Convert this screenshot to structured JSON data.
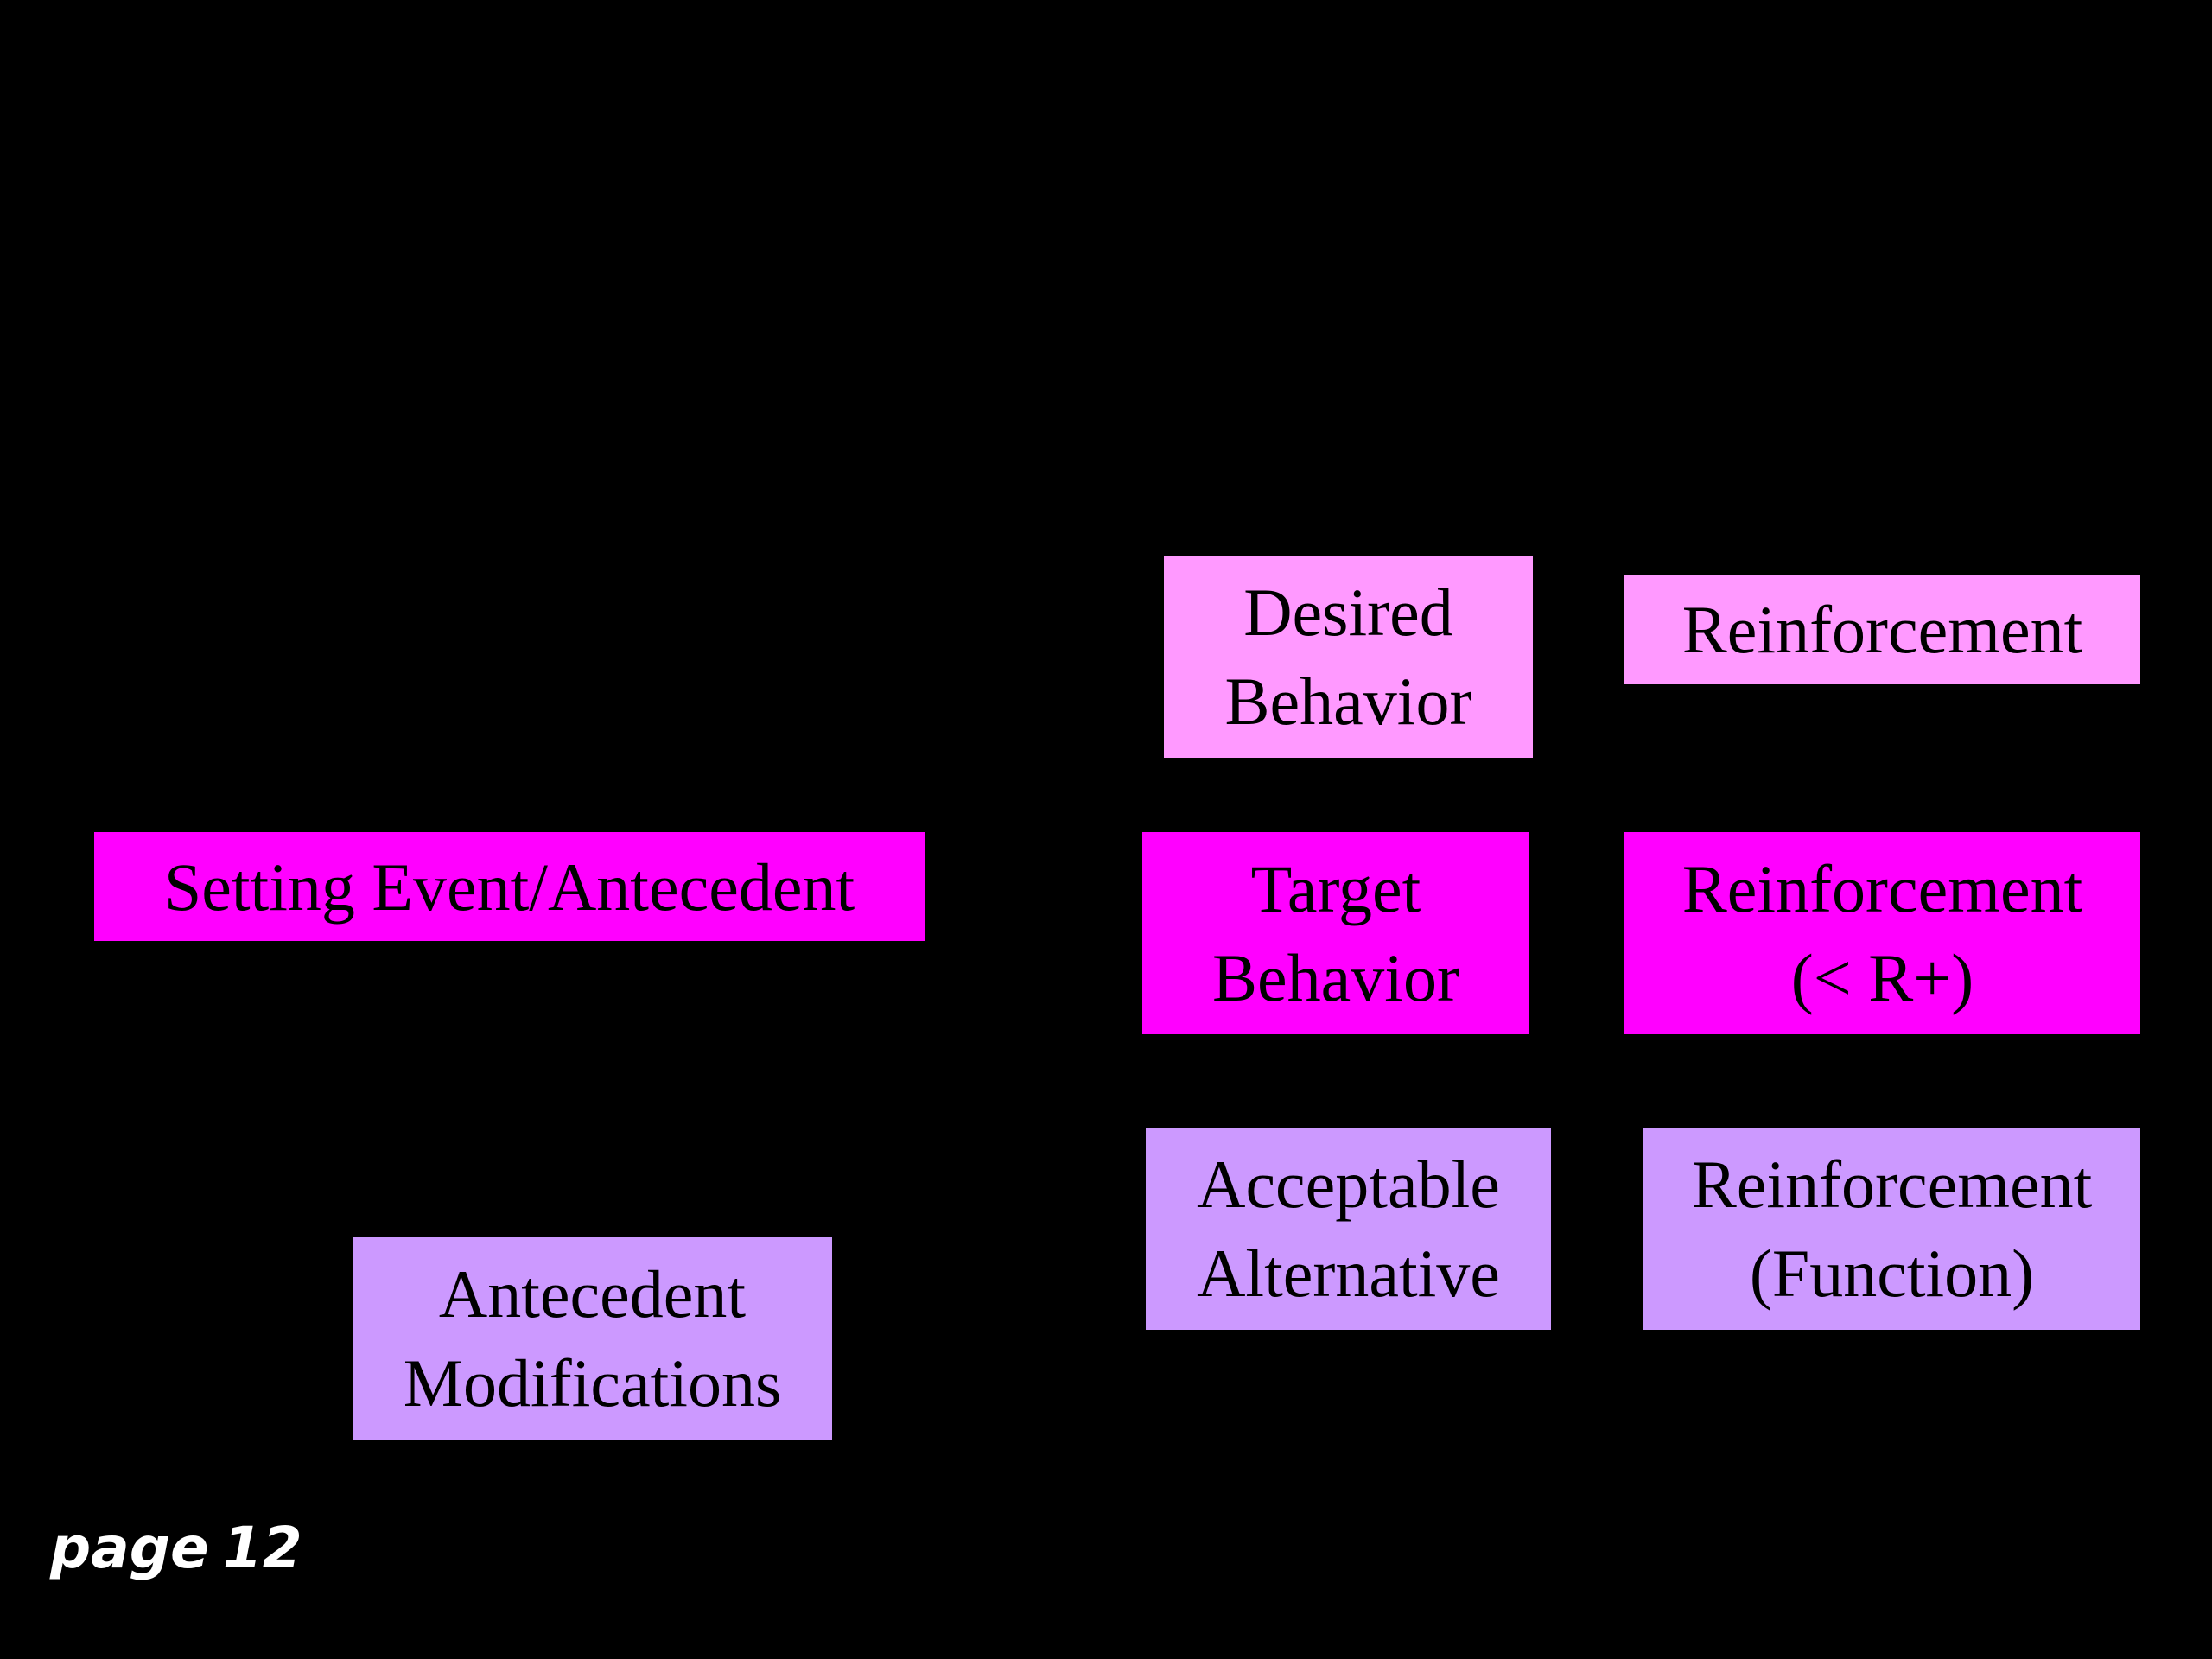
{
  "colors": {
    "background": "#000000",
    "light_pink": "#ff99ff",
    "magenta": "#ff00ff",
    "lavender": "#cc99ff",
    "box_text": "#000000",
    "page_label": "#ffffff"
  },
  "boxes": {
    "setting_event": {
      "lines": [
        "Setting Event/Antecedent"
      ]
    },
    "desired_behavior": {
      "lines": [
        "Desired",
        "Behavior"
      ]
    },
    "reinforcement_desired": {
      "lines": [
        "Reinforcement"
      ]
    },
    "target_behavior": {
      "lines": [
        "Target",
        "Behavior"
      ]
    },
    "reinforcement_target": {
      "lines": [
        "Reinforcement",
        "(< R+)"
      ]
    },
    "acceptable_alternative": {
      "lines": [
        "Acceptable",
        "Alternative"
      ]
    },
    "reinforcement_function": {
      "lines": [
        "Reinforcement",
        "(Function)"
      ]
    },
    "antecedent_modifications": {
      "lines": [
        "Antecedent",
        "Modifications"
      ]
    }
  },
  "footer": {
    "page_word": "page",
    "page_number": "12"
  }
}
